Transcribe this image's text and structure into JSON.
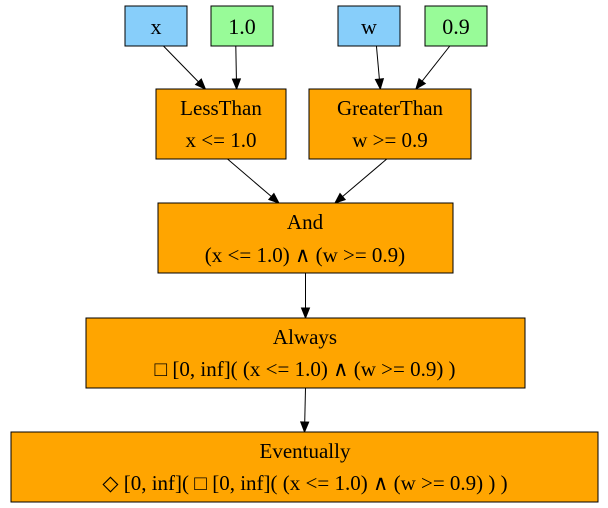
{
  "colors": {
    "signal": "#87cefa",
    "constant": "#98fb98",
    "operator": "#ffa500",
    "stroke": "#000000"
  },
  "nodes": {
    "x": {
      "label": "x",
      "kind": "signal"
    },
    "c1": {
      "label": "1.0",
      "kind": "constant"
    },
    "w": {
      "label": "w",
      "kind": "signal"
    },
    "c2": {
      "label": "0.9",
      "kind": "constant"
    },
    "less_than": {
      "title": "LessThan",
      "expr": "x <= 1.0",
      "kind": "operator"
    },
    "greater_than": {
      "title": "GreaterThan",
      "expr": "w >= 0.9",
      "kind": "operator"
    },
    "and": {
      "title": "And",
      "expr": "(x <= 1.0) ∧ (w >= 0.9)",
      "kind": "operator"
    },
    "always": {
      "title": "Always",
      "expr": "□ [0, inf]( (x <= 1.0) ∧ (w >= 0.9) )",
      "kind": "operator"
    },
    "eventually": {
      "title": "Eventually",
      "expr": "◇ [0, inf]( □ [0, inf]( (x <= 1.0) ∧ (w >= 0.9) ) )",
      "kind": "operator"
    }
  },
  "edges": [
    {
      "from": "x",
      "to": "less_than"
    },
    {
      "from": "c1",
      "to": "less_than"
    },
    {
      "from": "w",
      "to": "greater_than"
    },
    {
      "from": "c2",
      "to": "greater_than"
    },
    {
      "from": "less_than",
      "to": "and"
    },
    {
      "from": "greater_than",
      "to": "and"
    },
    {
      "from": "and",
      "to": "always"
    },
    {
      "from": "always",
      "to": "eventually"
    }
  ]
}
